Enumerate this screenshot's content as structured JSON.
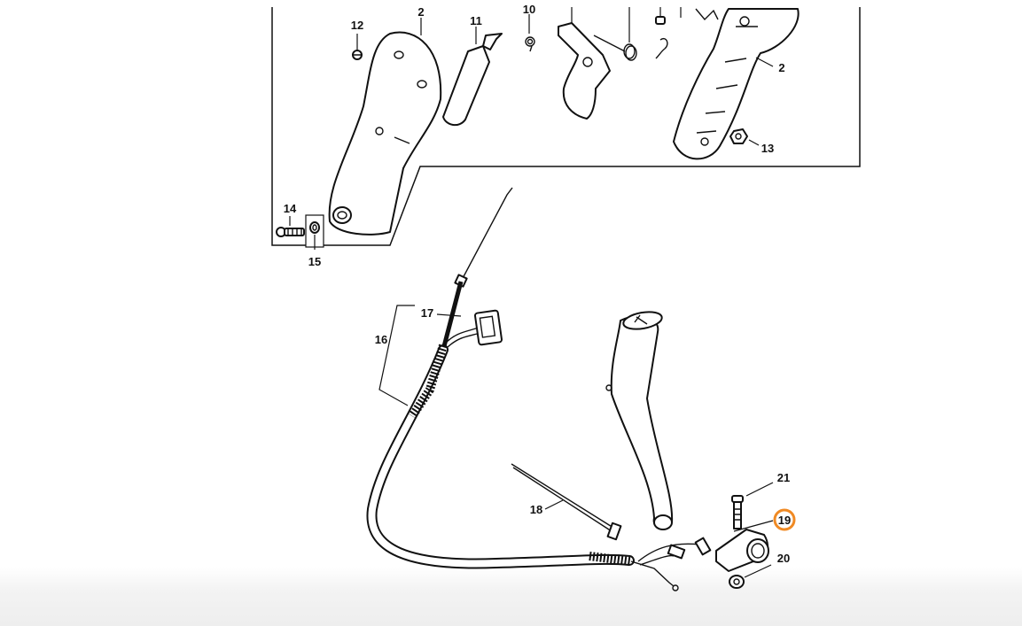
{
  "labels": {
    "l2a": "2",
    "l11": "11",
    "l10": "10",
    "l12": "12",
    "l2b": "2",
    "l13": "13",
    "l14": "14",
    "l15": "15",
    "l16": "16",
    "l17": "17",
    "l18": "18",
    "l19": "19",
    "l20": "20",
    "l21": "21"
  },
  "highlight": {
    "part": "19",
    "color": "#f08a24"
  }
}
